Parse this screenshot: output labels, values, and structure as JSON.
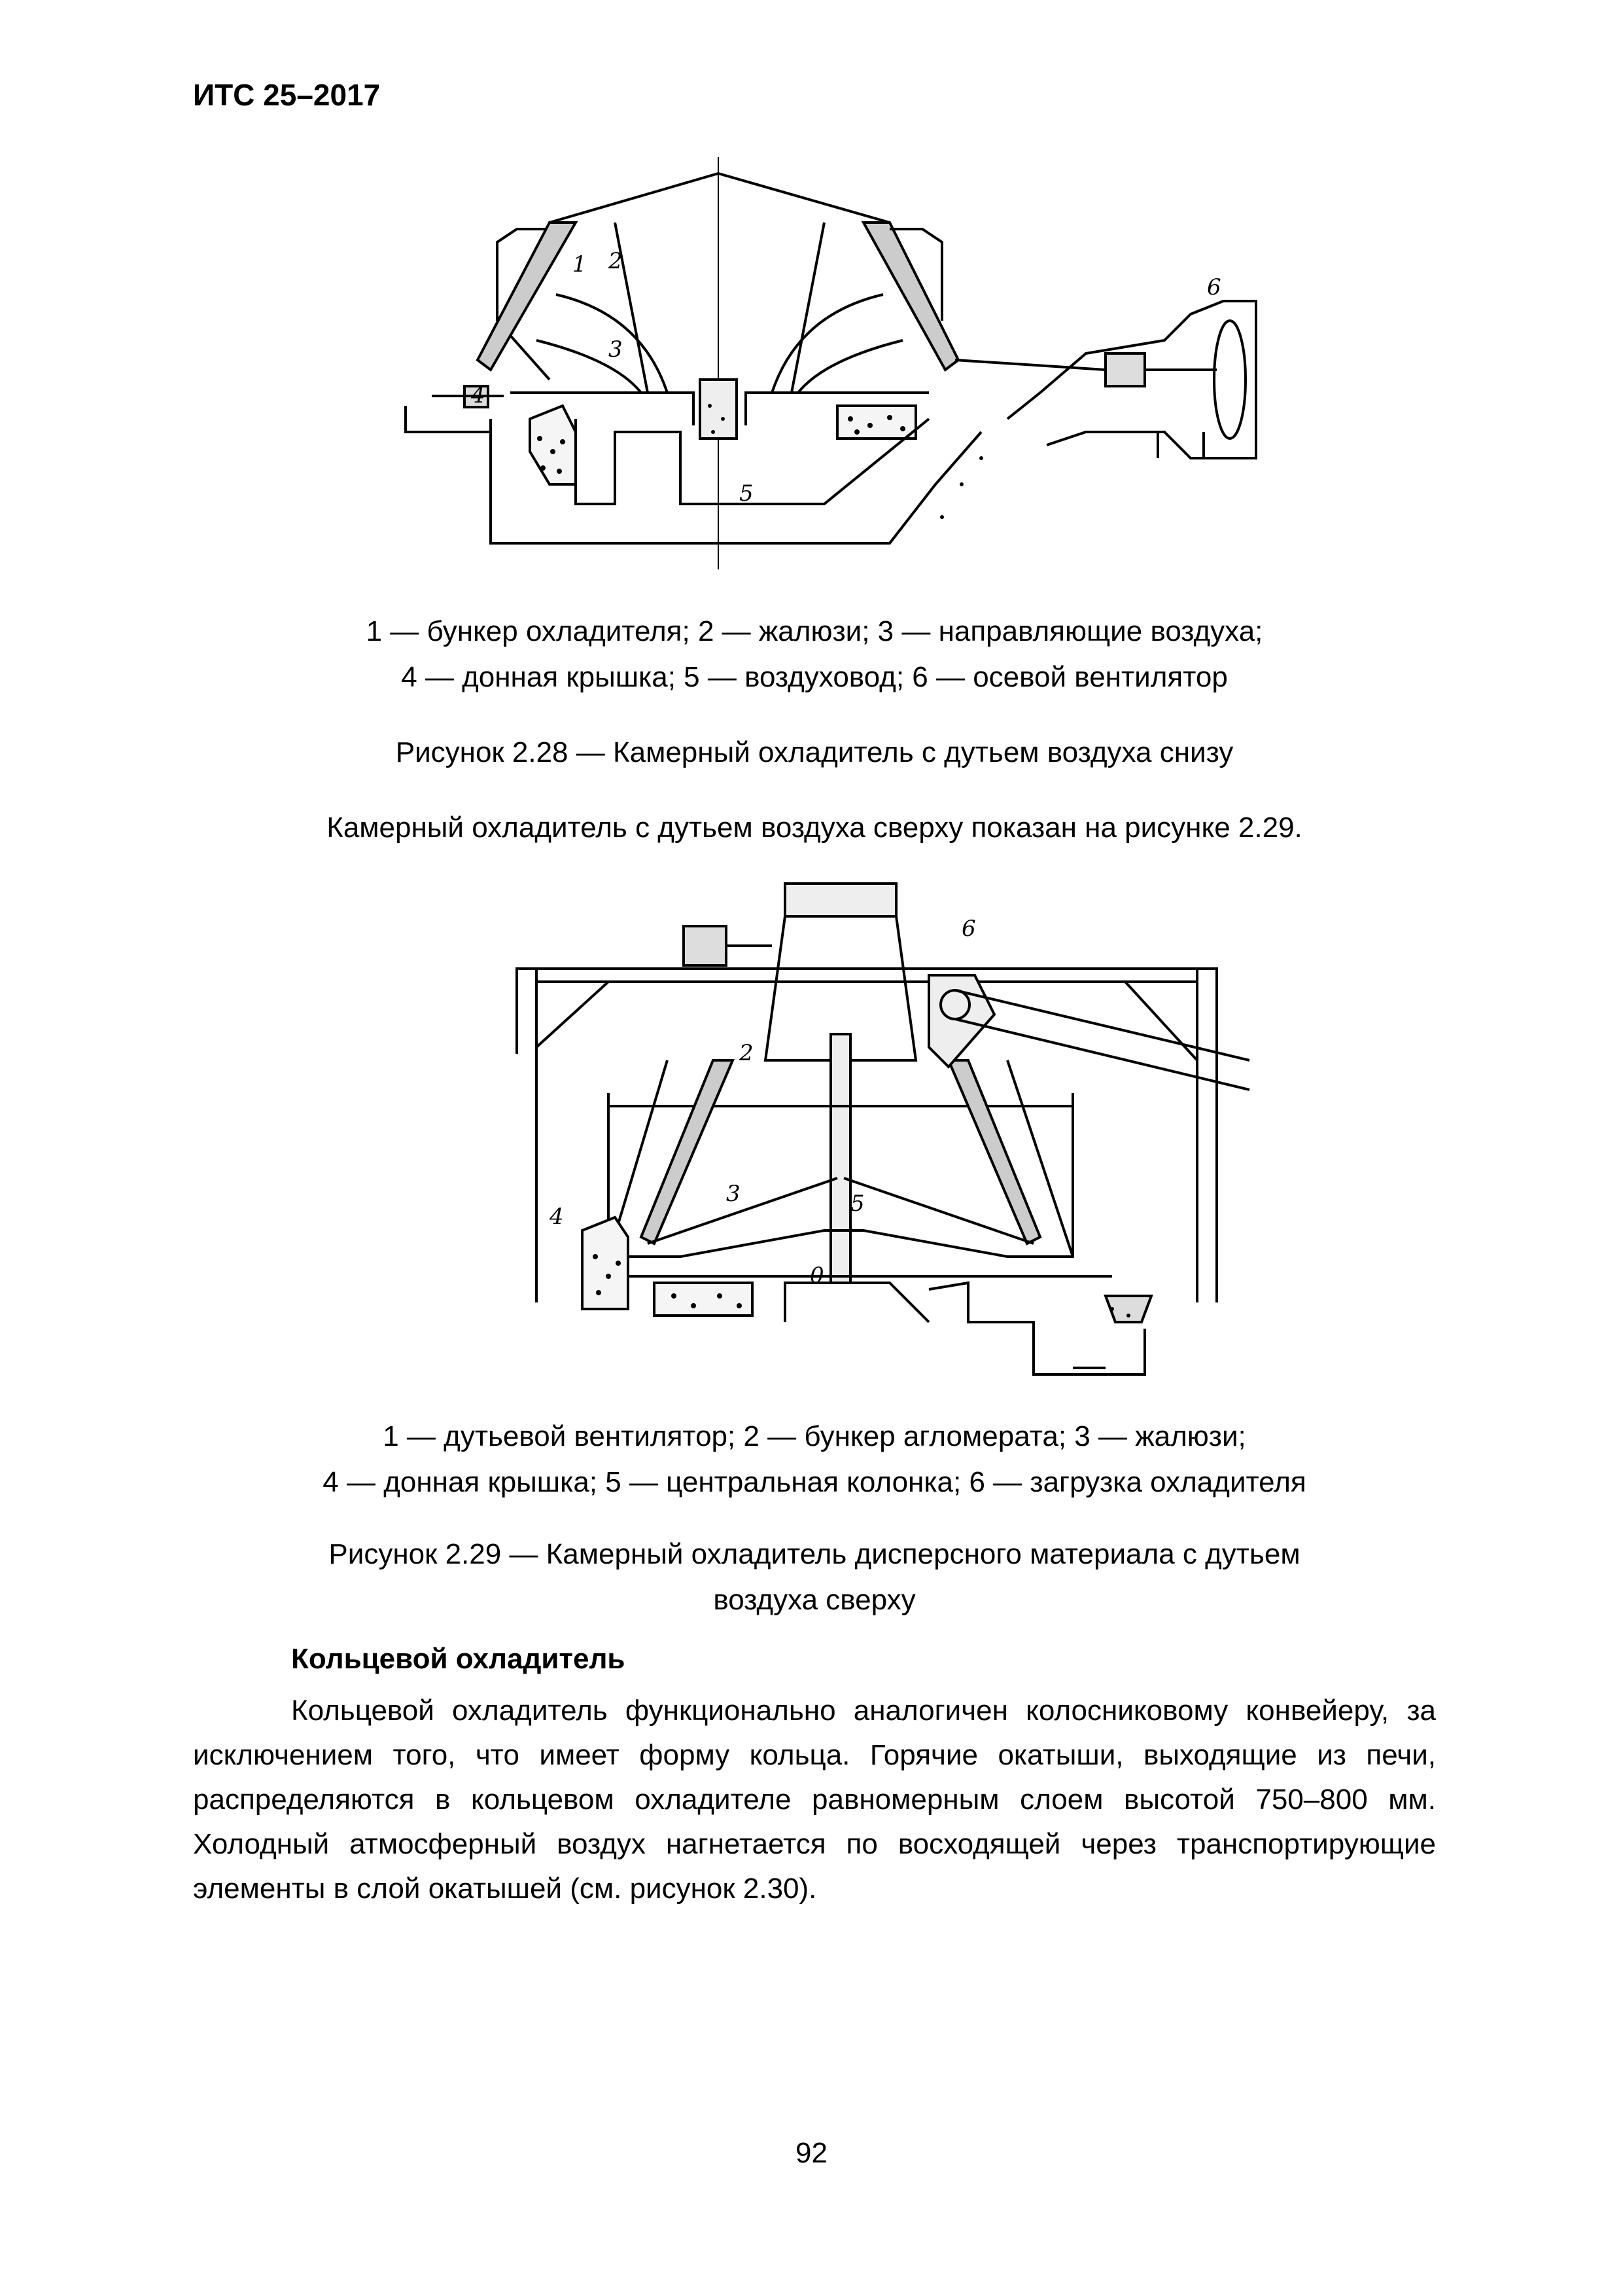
{
  "header": {
    "doc_id": "ИТС 25–2017"
  },
  "figure1": {
    "labels": [
      "1",
      "2",
      "3",
      "4",
      "5",
      "6"
    ],
    "legend_line1": "1 — бункер охладителя; 2 — жалюзи; 3 — направляющие воздуха;",
    "legend_line2": "4 — донная крышка; 5 — воздуховод; 6 — осевой вентилятор",
    "caption": "Рисунок 2.28 — Камерный охладитель с дутьем воздуха снизу"
  },
  "intro_text": "Камерный охладитель с дутьем воздуха сверху показан на рисунке 2.29.",
  "figure2": {
    "labels": [
      "2",
      "3",
      "4",
      "5",
      "6",
      "0"
    ],
    "legend_line1": "1 — дутьевой вентилятор; 2 — бункер агломерата; 3 — жалюзи;",
    "legend_line2": "4 — донная крышка; 5 — центральная колонка; 6 — загрузка охладителя",
    "caption_line1": "Рисунок 2.29 — Камерный охладитель дисперсного материала с дутьем",
    "caption_line2": "воздуха сверху"
  },
  "section": {
    "title": "Кольцевой охладитель",
    "paragraph": "Кольцевой охладитель функционально аналогичен колосниковому конвейеру, за исключением того, что имеет форму кольца. Горячие окатыши, выходящие из печи, распределяются в кольцевом охладителе равномерным слоем высотой 750–800 мм. Холодный атмосферный воздух нагнетается по восходящей через транспортирующие элементы в слой окатышей (см. рисунок 2.30)."
  },
  "page_number": "92"
}
